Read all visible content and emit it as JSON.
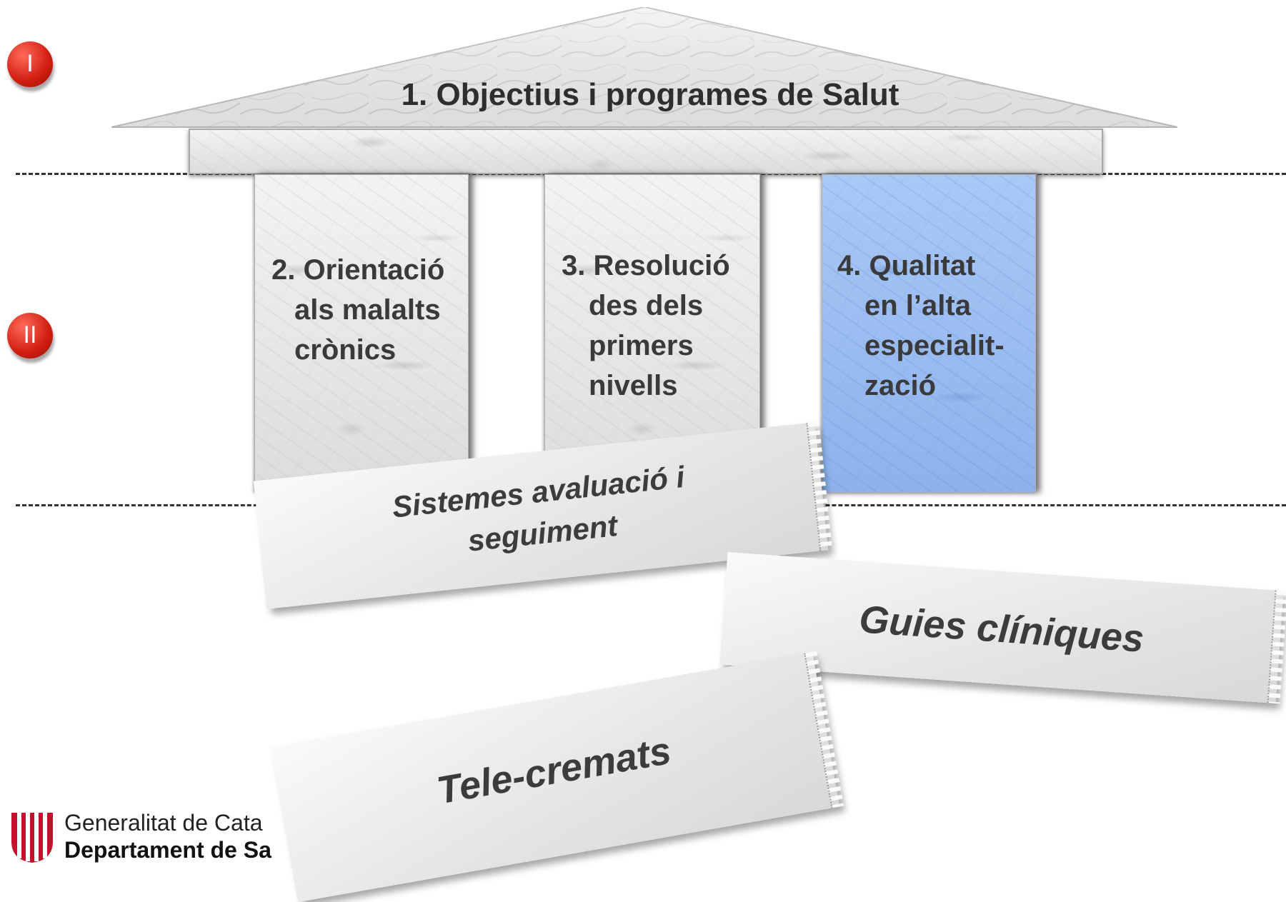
{
  "section_markers": [
    "I",
    "II"
  ],
  "roof": {
    "label": "1. Objectius i programes de Salut"
  },
  "pillars": [
    {
      "lines": [
        "2. Orientació",
        "als malalts",
        "crònics"
      ]
    },
    {
      "lines": [
        "3. Resolució",
        "des dels",
        "primers",
        "nivells"
      ]
    },
    {
      "lines": [
        "4. Qualitat",
        "en l’alta",
        "especialit-",
        "zació"
      ]
    }
  ],
  "notes": [
    {
      "lines": [
        "Sistemes avaluació i",
        "seguiment"
      ]
    },
    {
      "lines": [
        "Guies clíniques"
      ]
    },
    {
      "lines": [
        "Tele-cremats"
      ]
    }
  ],
  "logo": {
    "line1": "Generalitat de Cata",
    "line2": "Departament de Sa"
  },
  "colors": {
    "marble": "#e9e9ea",
    "highlight_pillar": "#9fc0f2",
    "badge": "#d01d10"
  }
}
